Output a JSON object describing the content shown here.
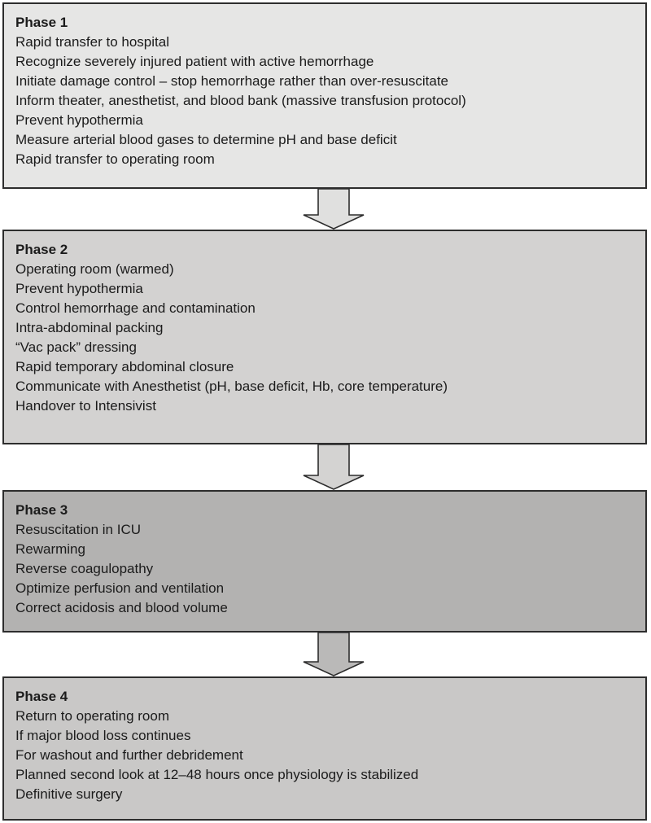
{
  "figure": {
    "title": "Damage control surgery phases flowchart"
  },
  "colors": {
    "page_bg": "#ffffff",
    "box_border": "#2d2d2d",
    "text": "#1b1b1b"
  },
  "phases": [
    {
      "title": "Phase 1",
      "bg": "#e6e6e5",
      "items": [
        "Rapid transfer to hospital",
        "Recognize severely injured patient with active hemorrhage",
        "Initiate damage control – stop hemorrhage rather than over-resuscitate",
        "Inform theater, anesthetist, and blood bank (massive transfusion protocol)",
        "Prevent hypothermia",
        "Measure arterial blood gases to determine pH and base deficit",
        "Rapid transfer to operating room"
      ]
    },
    {
      "title": "Phase 2",
      "bg": "#d3d2d1",
      "items": [
        "Operating room (warmed)",
        "Prevent hypothermia",
        "Control hemorrhage and contamination",
        "Intra-abdominal packing",
        "“Vac pack” dressing",
        "Rapid temporary abdominal closure",
        "Communicate with Anesthetist (pH, base deficit, Hb, core temperature)",
        "Handover to Intensivist"
      ]
    },
    {
      "title": "Phase 3",
      "bg": "#b3b2b1",
      "items": [
        "Resuscitation in ICU",
        "Rewarming",
        "Reverse coagulopathy",
        "Optimize perfusion and ventilation",
        "Correct acidosis and blood volume"
      ]
    },
    {
      "title": "Phase 4",
      "bg": "#c9c8c7",
      "items": [
        "Return to operating room",
        "If major blood loss continues",
        "For washout and further debridement",
        "Planned second look at 12–48 hours once physiology is stabilized",
        "Definitive surgery"
      ]
    }
  ],
  "arrows": [
    {
      "name": "arrow-phase1-to-phase2",
      "fill": "#e0e0df",
      "stroke": "#2d2d2d"
    },
    {
      "name": "arrow-phase2-to-phase3",
      "fill": "#d4d3d2",
      "stroke": "#2d2d2d"
    },
    {
      "name": "arrow-phase3-to-phase4",
      "fill": "#bab9b8",
      "stroke": "#2d2d2d"
    }
  ]
}
